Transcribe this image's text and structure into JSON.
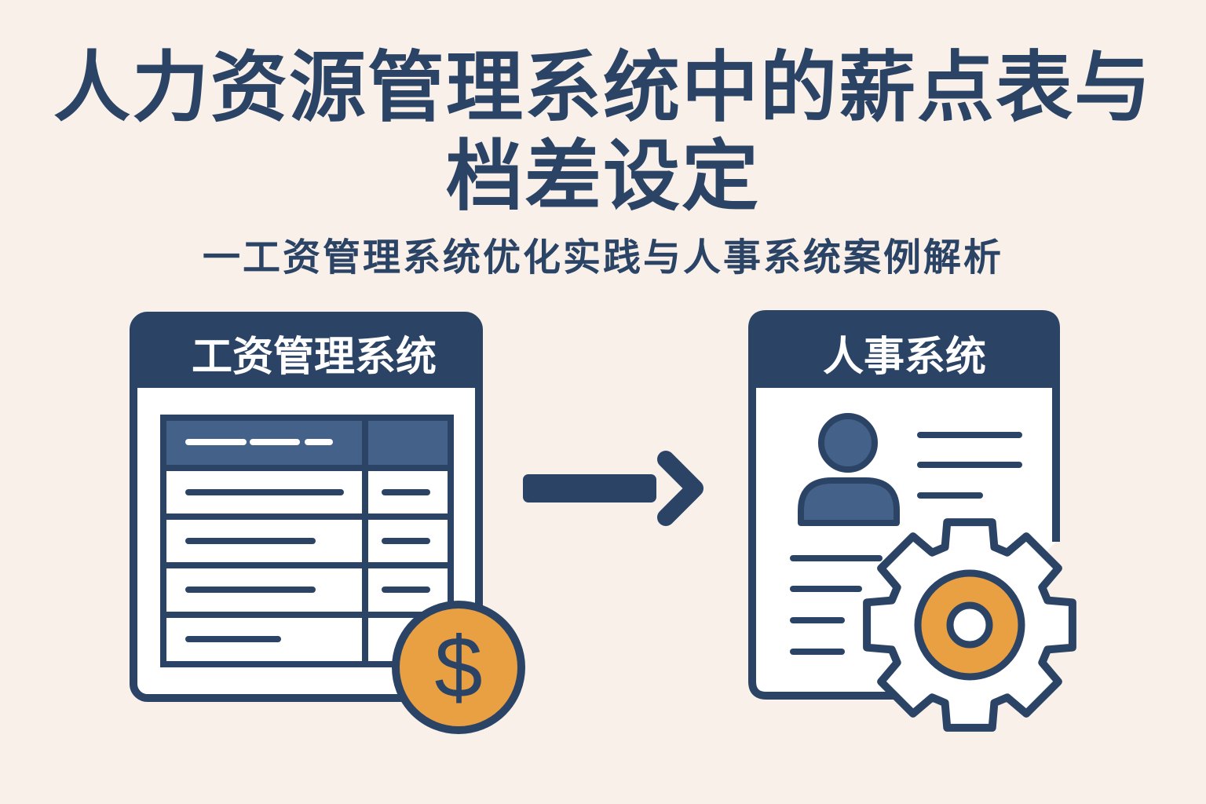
{
  "title": {
    "line1": "人力资源管理系统中的薪点表与",
    "line2": "档差设定"
  },
  "subtitle": "一工资管理系统优化实践与人事系统案例解析",
  "left_panel": {
    "title": "工资管理系统",
    "coin_symbol": "$",
    "icon": "salary-table-icon"
  },
  "right_panel": {
    "title": "人事系统",
    "icon": "employee-profile-icon"
  },
  "arrow": {
    "icon": "arrow-right-icon"
  },
  "colors": {
    "background": "#f8f0e9",
    "primary": "#2b4466",
    "accent": "#e8a043",
    "header_fill": "#44618a"
  }
}
